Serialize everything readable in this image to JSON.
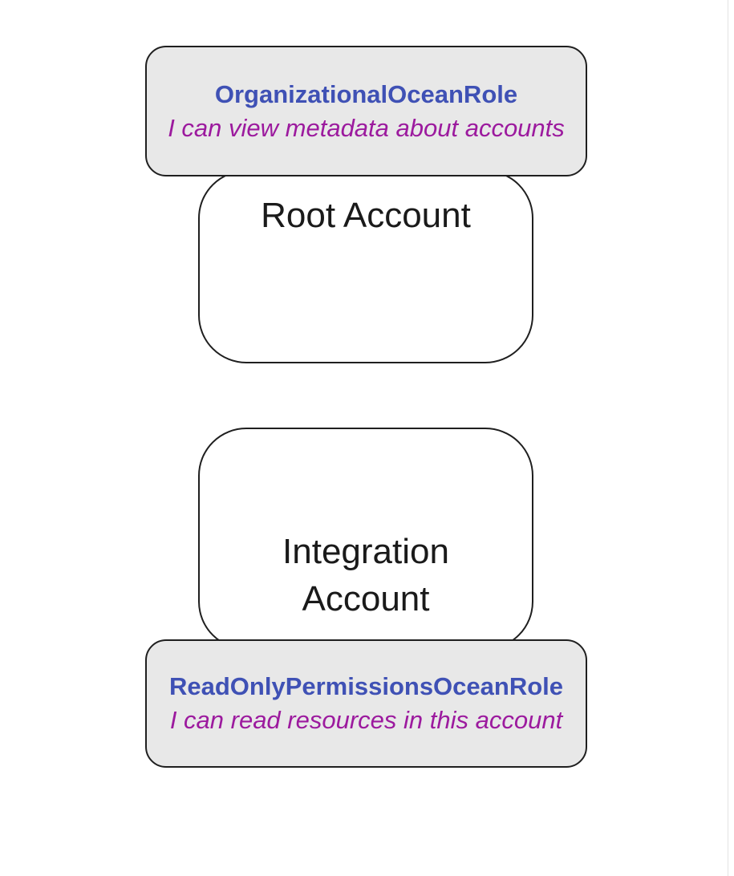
{
  "colors": {
    "page_bg": "#ffffff",
    "page_divider": "#e2e2e2",
    "node_fill": "#e8e8e8",
    "node_border": "#1f1f1f",
    "account_fill": "#ffffff",
    "account_text": "#1a1a1a",
    "role_name_text": "#3f51b5",
    "role_desc_text": "#9c1a9e"
  },
  "diagram": {
    "type": "flowchart",
    "groups": [
      {
        "account_label": "Root Account",
        "role_name": "OrganizationalOceanRole",
        "role_description": "I can view metadata about accounts",
        "role_position": "top"
      },
      {
        "account_label": "Integration Account",
        "role_name": "ReadOnlyPermissionsOceanRole",
        "role_description": "I can read resources in this account",
        "role_position": "bottom"
      }
    ]
  }
}
